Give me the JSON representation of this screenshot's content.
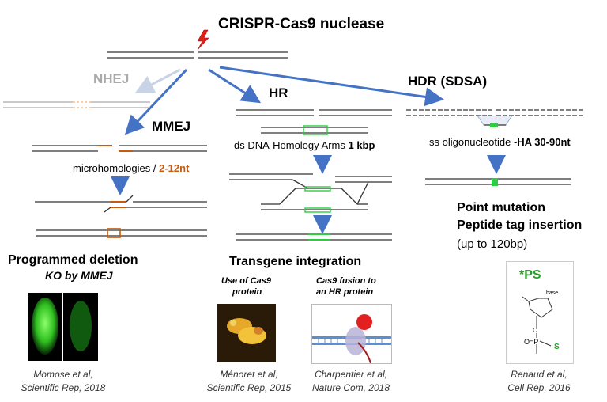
{
  "title": "CRISPR-Cas9 nuclease",
  "pathways": {
    "nhej": "NHEJ",
    "mmej": "MMEJ",
    "hr": "HR",
    "hdr": "HDR (SDSA)"
  },
  "mmej": {
    "note_prefix": "microhomologies / ",
    "note_range": "2-12nt",
    "outcome_title": "Programmed deletion",
    "outcome_sub": "KO by MMEJ",
    "citation_line1": "Momose et al,",
    "citation_line2": "Scientific Rep, 2018"
  },
  "hr": {
    "note_prefix": "ds DNA-Homology Arms ",
    "note_size": "1 kbp",
    "outcome_title": "Transgene integration",
    "left_caption_line1": "Use of Cas9",
    "left_caption_line2": "protein",
    "right_caption_line1": "Cas9 fusion to",
    "right_caption_line2": "an HR protein",
    "left_citation_line1": "Ménoret et al,",
    "left_citation_line2": "Scientific Rep, 2015",
    "right_citation_line1": "Charpentier et al,",
    "right_citation_line2": "Nature Com, 2018"
  },
  "hdr": {
    "note_prefix": "ss oligonucleotide -",
    "note_size": "HA 30-90nt",
    "outcome_line1": "Point mutation",
    "outcome_line2": "Peptide tag insertion",
    "outcome_line3": "(up to 120bp)",
    "ps_label": "*PS",
    "base_label": "base",
    "o_label": "O",
    "op_label": "O=P",
    "s_label": "S",
    "citation_line1": "Renaud et al,",
    "citation_line2": "Cell Rep, 2016"
  },
  "colors": {
    "arrow": "#4472c4",
    "arrow_faded": "#c9d3e6",
    "microhomology": "#c55a11",
    "insert": "#2ecc40",
    "lightning": "#e0201b"
  }
}
